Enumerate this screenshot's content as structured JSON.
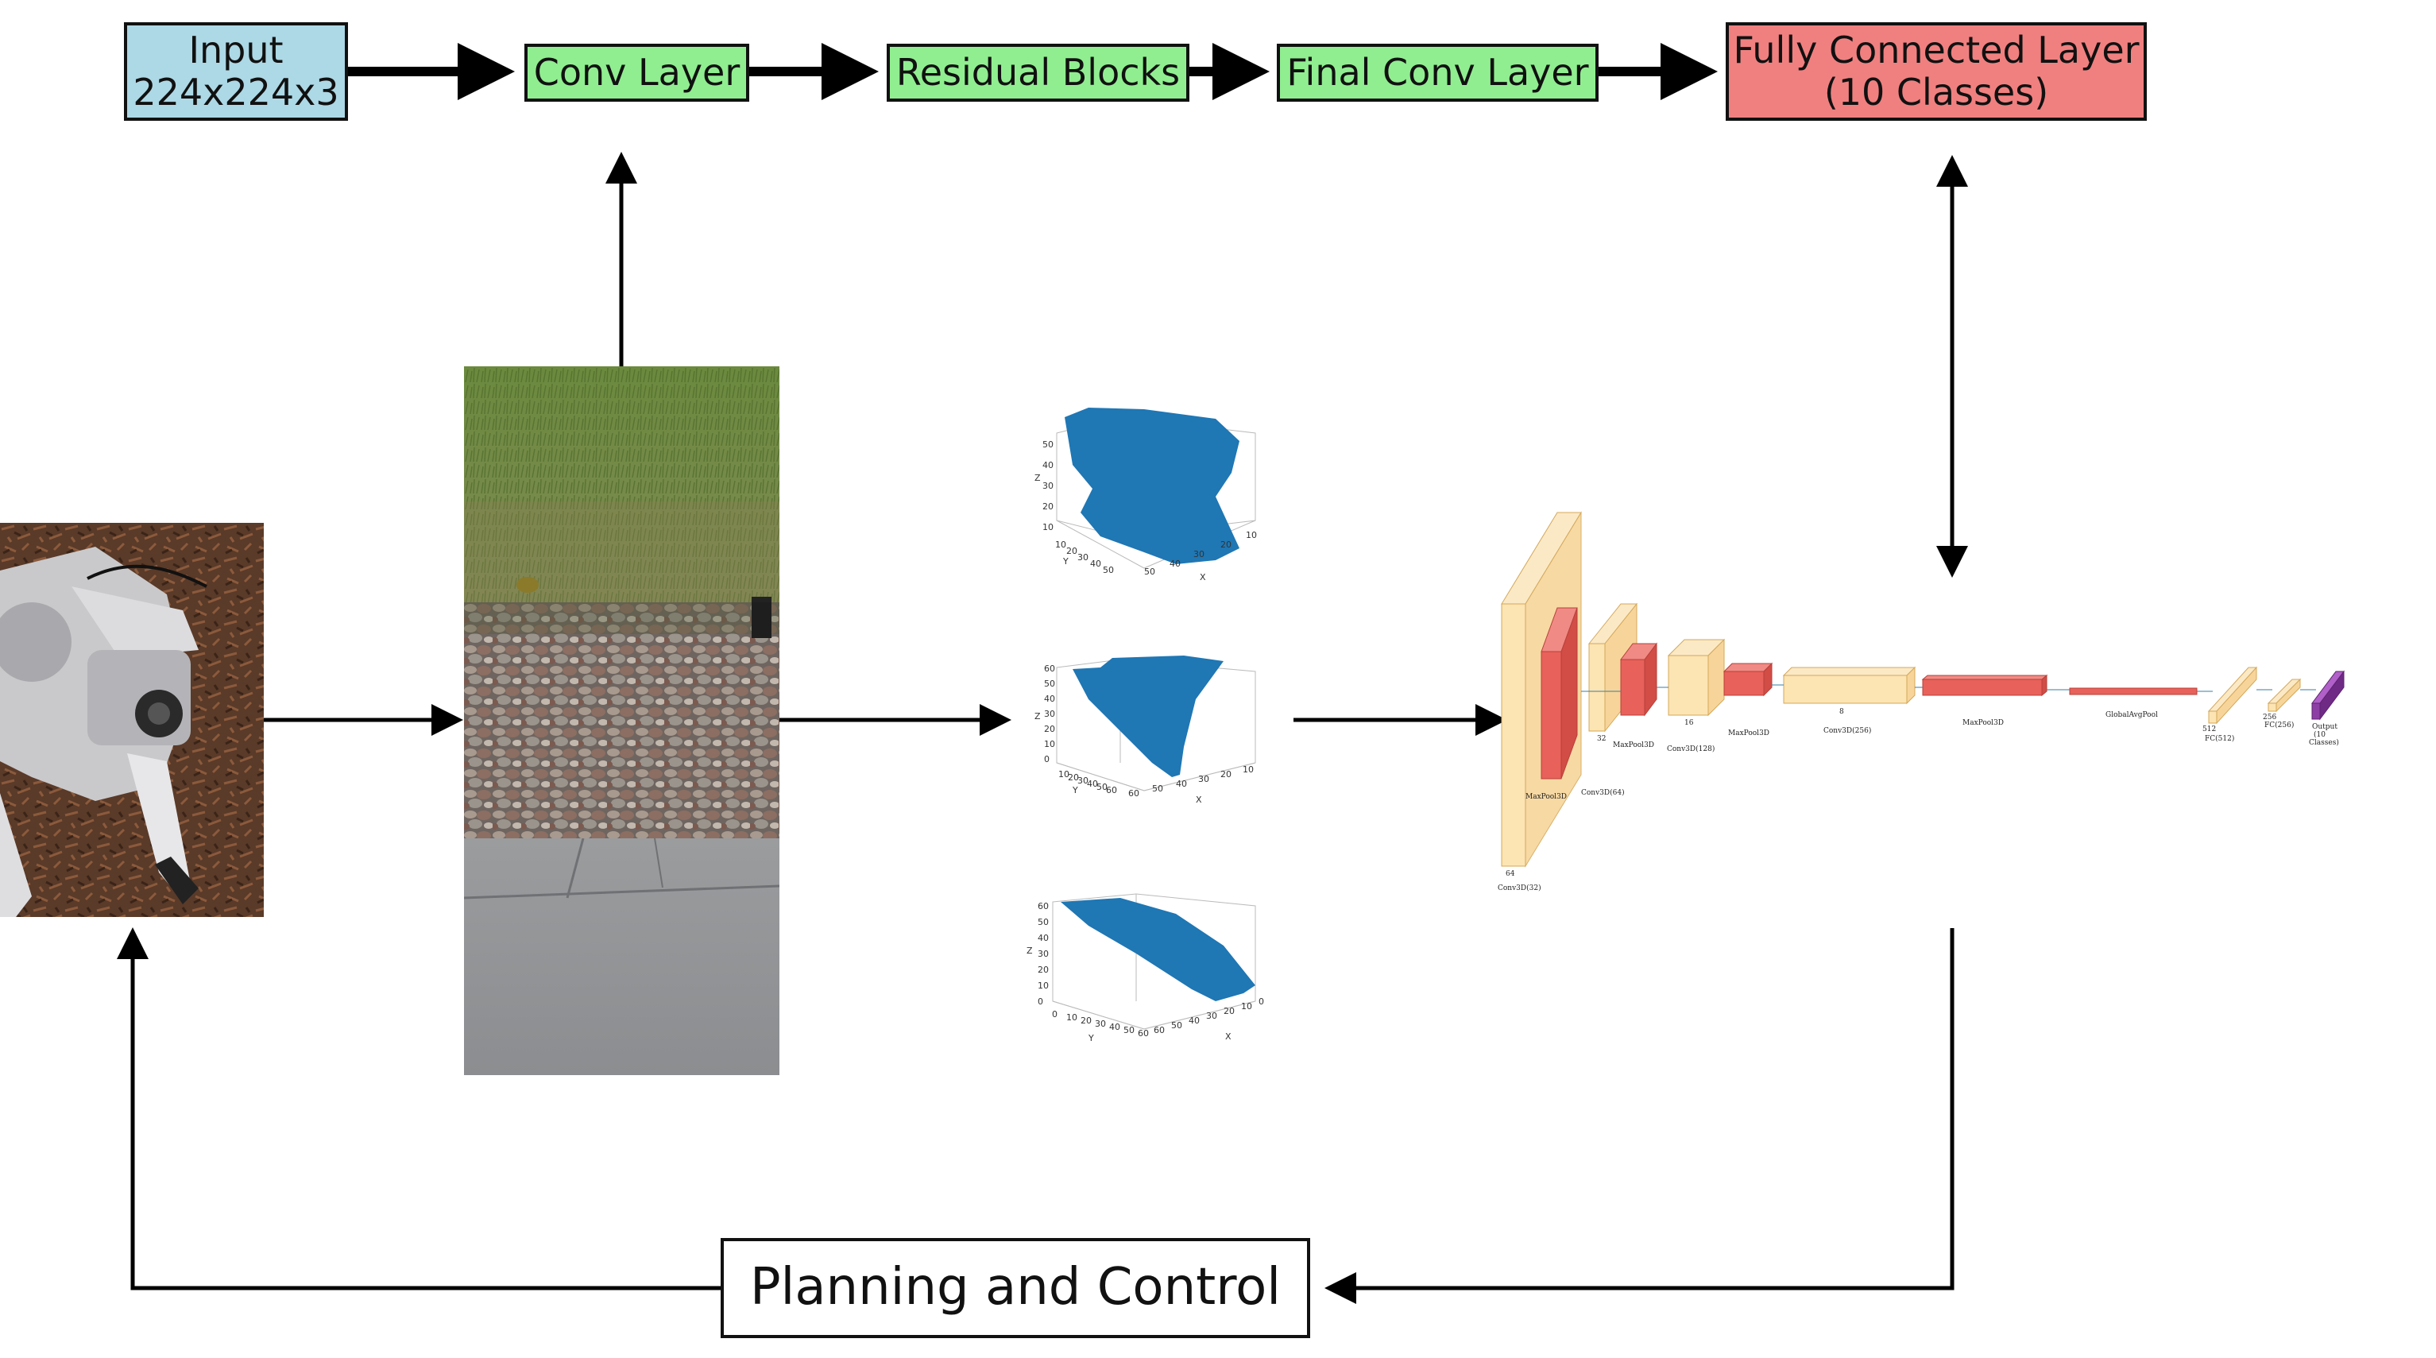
{
  "pipeline": {
    "input": {
      "line1": "Input",
      "line2": "224x224x3"
    },
    "conv": "Conv Layer",
    "residual": "Residual Blocks",
    "final_conv": "Final Conv Layer",
    "fc": {
      "line1": "Fully Connected Layer",
      "line2": "(10 Classes)"
    }
  },
  "planning": "Planning and Control",
  "point_clouds": [
    {
      "x_label": "X",
      "y_label": "Y",
      "z_label": "Z",
      "z_ticks": [
        "50",
        "40",
        "30",
        "20",
        "10"
      ],
      "y_ticks": [
        "10",
        "20",
        "30",
        "40",
        "50"
      ],
      "x_ticks": [
        "50",
        "40",
        "30",
        "20",
        "10"
      ]
    },
    {
      "x_label": "X",
      "y_label": "Y",
      "z_label": "Z",
      "z_ticks": [
        "60",
        "50",
        "40",
        "30",
        "20",
        "10",
        "0"
      ],
      "y_ticks": [
        "10",
        "20",
        "30",
        "40",
        "50",
        "60"
      ],
      "x_ticks": [
        "60",
        "50",
        "40",
        "30",
        "20",
        "10"
      ]
    },
    {
      "x_label": "X",
      "y_label": "Y",
      "z_label": "Z",
      "z_ticks": [
        "60",
        "50",
        "40",
        "30",
        "20",
        "10",
        "0"
      ],
      "y_ticks": [
        "0",
        "10",
        "20",
        "30",
        "40",
        "50",
        "60"
      ],
      "x_ticks": [
        "60",
        "50",
        "40",
        "30",
        "20",
        "10",
        "0"
      ]
    }
  ],
  "cnn3d": {
    "layers": [
      {
        "label": "Conv3D(32)",
        "kind": "conv"
      },
      {
        "label": "MaxPool3D",
        "kind": "pool"
      },
      {
        "label": "Conv3D(64)",
        "kind": "conv"
      },
      {
        "label": "MaxPool3D",
        "kind": "pool"
      },
      {
        "label": "Conv3D(128)",
        "kind": "conv"
      },
      {
        "label": "MaxPool3D",
        "kind": "pool"
      },
      {
        "label": "Conv3D(256)",
        "kind": "conv"
      },
      {
        "label": "MaxPool3D",
        "kind": "pool"
      },
      {
        "label": "GlobalAvgPool",
        "kind": "pool"
      },
      {
        "label": "FC(512)",
        "kind": "fc"
      },
      {
        "label": "FC(256)",
        "kind": "fc"
      },
      {
        "label": "Output",
        "label2": "(10",
        "label3": "Classes)",
        "kind": "out"
      }
    ],
    "dim_labels": [
      "64",
      "32",
      "16",
      "8",
      "512",
      "256"
    ]
  },
  "colors": {
    "input_box": "#add8e6",
    "conv_box": "#90ee90",
    "fc_box": "#f08080",
    "conv_block": "#fde4b3",
    "pool_block": "#e8615a",
    "output_block": "#8e3fa6",
    "point_cloud": "#1f77b4"
  }
}
